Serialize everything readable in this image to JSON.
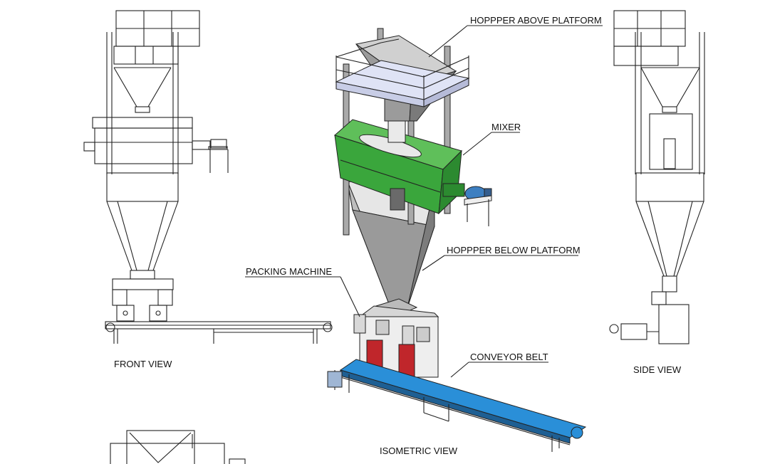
{
  "views": {
    "front": "FRONT VIEW",
    "side": "SIDE VIEW",
    "isometric": "ISOMETRIC VIEW"
  },
  "callouts": {
    "hopper_above": "HOPPPER ABOVE PLATFORM",
    "mixer": "MIXER",
    "hopper_below": "HOPPPER BELOW PLATFORM",
    "packing": "PACKING MACHINE",
    "conveyor": "CONVEYOR BELT"
  },
  "colors": {
    "mixer": "#3aa63c",
    "conveyor": "#2a8fd8",
    "motor": "#3d7fc1",
    "packing_red": "#c0262b",
    "steel": "#9a9a9a",
    "platform": "#dfe3f5"
  }
}
